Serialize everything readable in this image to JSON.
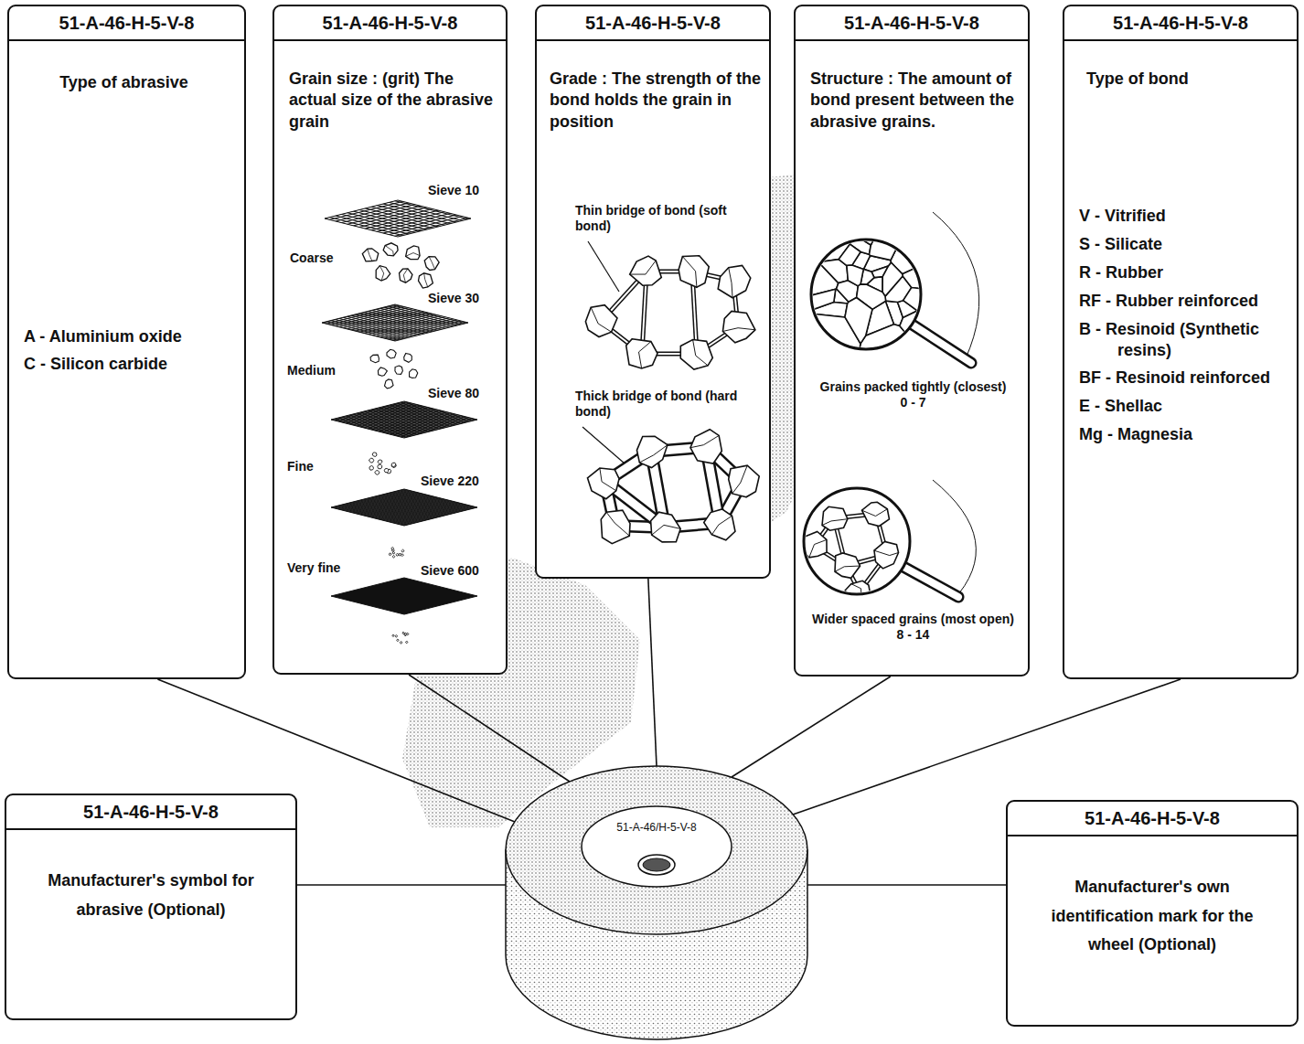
{
  "diagram": {
    "nodes": [
      {
        "text": [
          "51-A-46-H-5-V-8",
          "Type of abrasive",
          "A - Aluminium oxide",
          "C - Silicon carbide"
        ]
      },
      {
        "text": [
          "51-A-46-H-5-V-8",
          "Grain size : (grit) The actual size of the abrasive grain",
          "Sieve 10",
          "Coarse",
          "Sieve 30",
          "Medium",
          "Sieve 80",
          "Fine",
          "Sieve 220",
          "Very fine",
          "Sieve 600"
        ]
      },
      {
        "text": [
          "51-A-46-H-5-V-8",
          "Grade : The strength of the bond holds the grain in position",
          "Thin bridge of bond (soft bond)",
          "Thick bridge of bond (hard bond)"
        ]
      },
      {
        "text": [
          "51-A-46-H-5-V-8",
          "Structure : The amount of bond present between the abrasive grains.",
          "Grains packed tightly (closest) 0 - 7",
          "Wider spaced grains (most open) 8 - 14"
        ]
      },
      {
        "text": [
          "51-A-46-H-5-V-8",
          "Type of bond",
          "V - Vitrified",
          "S - Silicate",
          "R - Rubber",
          "RF - Rubber reinforced",
          "B - Resinoid (Synthetic resins)",
          "BF - Resinoid reinforced",
          "E - Shellac",
          "Mg - Magnesia"
        ]
      },
      {
        "text": [
          "51-A-46-H-5-V-8",
          "Manufacturer's symbol for abrasive (Optional)"
        ]
      },
      {
        "text": [
          "51-A-46/H-5-V-8"
        ]
      },
      {
        "text": [
          "51-A-46-H-5-V-8",
          "Manufacturer's own identification mark for the wheel (Optional)"
        ]
      }
    ],
    "edges": [
      {
        "from": 0,
        "to": 6,
        "arrow": "none"
      },
      {
        "from": 1,
        "to": 6,
        "arrow": "none"
      },
      {
        "from": 2,
        "to": 6,
        "arrow": "none"
      },
      {
        "from": 3,
        "to": 6,
        "arrow": "none"
      },
      {
        "from": 4,
        "to": 6,
        "arrow": "none"
      },
      {
        "from": 5,
        "to": 6,
        "arrow": "none"
      },
      {
        "from": 7,
        "to": 6,
        "arrow": "none"
      }
    ]
  }
}
